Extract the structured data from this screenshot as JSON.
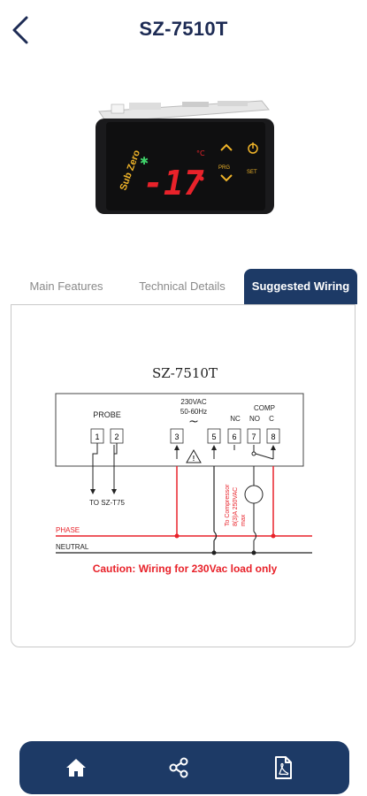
{
  "header": {
    "title": "SZ-7510T",
    "back_icon": "chevron-left-icon"
  },
  "product": {
    "display_value": "-17",
    "brand": "Sub Zero"
  },
  "tabs": [
    {
      "label": "Main Features",
      "active": false
    },
    {
      "label": "Technical Details",
      "active": false
    },
    {
      "label": "Suggested Wiring",
      "active": true
    }
  ],
  "wiring": {
    "model": "SZ-7510T",
    "probe_label": "PROBE",
    "supply_line1": "230VAC",
    "supply_line2": "50-60Hz",
    "comp_label": "COMP",
    "nc": "NC",
    "no": "NO",
    "c": "C",
    "terminals": [
      "1",
      "2",
      "3",
      "5",
      "6",
      "7",
      "8"
    ],
    "probe_target": "TO SZ-T75",
    "compressor_line1": "To Compressor",
    "compressor_line2": "8(3)A 250VAC",
    "compressor_line3": "max",
    "phase": "PHASE",
    "neutral": "NEUTRAL",
    "caution": "Caution: Wiring for 230Vac load only",
    "phase_color": "#e8222a"
  },
  "bottom_nav": [
    {
      "icon": "home-icon"
    },
    {
      "icon": "share-icon"
    },
    {
      "icon": "pdf-document-icon"
    }
  ],
  "colors": {
    "primary": "#1d3a66",
    "title": "#1d2b54",
    "phase": "#e8222a"
  }
}
